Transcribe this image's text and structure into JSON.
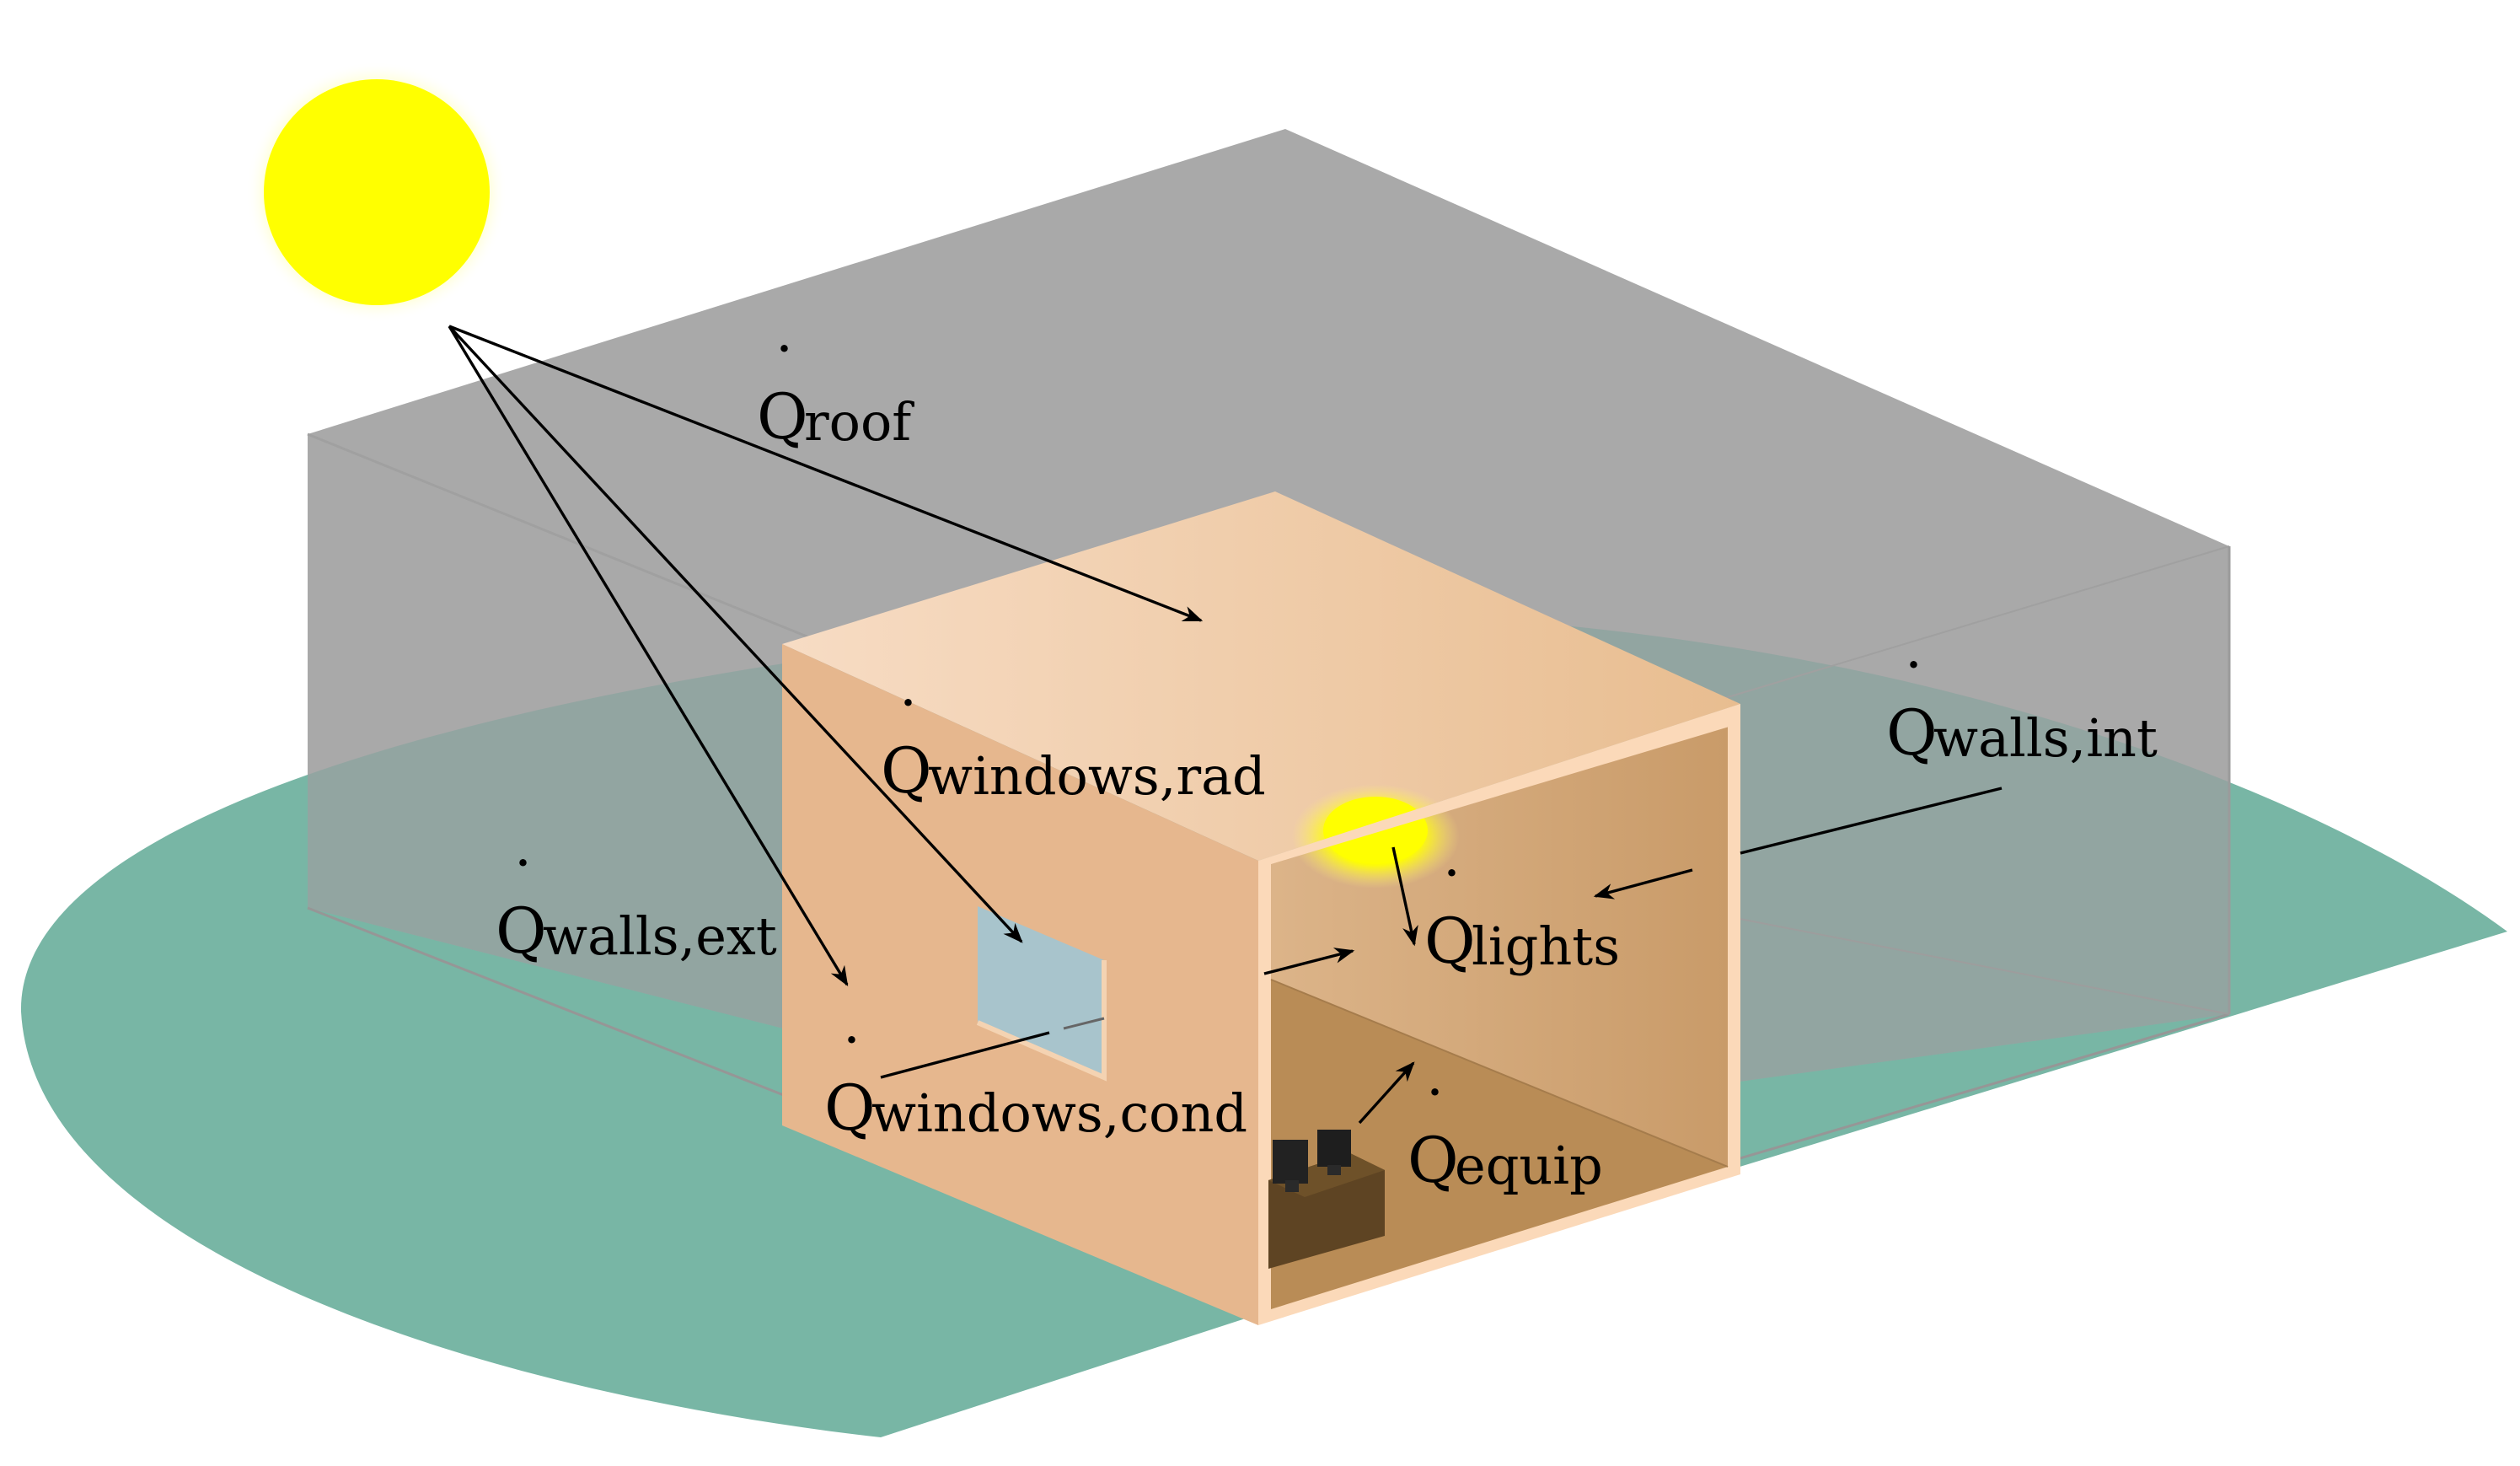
{
  "colors": {
    "ground": "#78b6a5",
    "building": "#a9a9a9",
    "building_shadow": "#8f9d99",
    "room_top": "#f3d3b5",
    "room_front": "#e6b78e",
    "room_inner_back": "#d3a779",
    "room_inner_floor": "#b98c56",
    "room_edge": "#fbd9b9",
    "window": "#a8c4cc",
    "desk": "#5e4423",
    "equipment": "#222222",
    "sun": "#ffff00"
  },
  "labels": {
    "roof": {
      "main": "Q",
      "sub": "roof"
    },
    "windows_rad": {
      "main": "Q",
      "sub": "windows,rad"
    },
    "walls_ext": {
      "main": "Q",
      "sub": "walls,ext"
    },
    "walls_int": {
      "main": "Q",
      "sub": "walls,int"
    },
    "lights": {
      "main": "Q",
      "sub": "lights"
    },
    "windows_cond": {
      "main": "Q",
      "sub": "windows,cond"
    },
    "equip": {
      "main": "Q",
      "sub": "equip"
    }
  }
}
